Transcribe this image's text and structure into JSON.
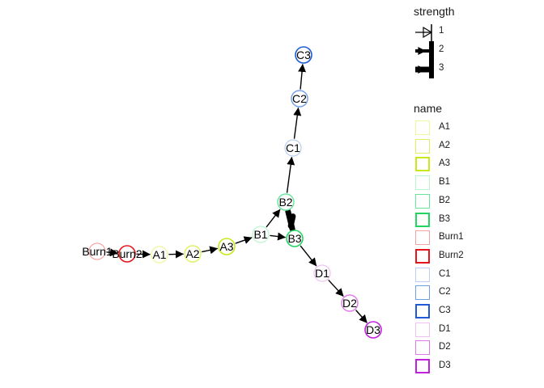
{
  "nodes": [
    {
      "id": "Burn1",
      "color": "#f4a3a3",
      "ring": 1.2
    },
    {
      "id": "Burn2",
      "color": "#e6141b",
      "ring": 1.6
    },
    {
      "id": "A1",
      "color": "#eef79a",
      "ring": 1.2
    },
    {
      "id": "A2",
      "color": "#e0f060",
      "ring": 1.4
    },
    {
      "id": "A3",
      "color": "#c8e81c",
      "ring": 1.6
    },
    {
      "id": "B1",
      "color": "#b7f5cf",
      "ring": 1.2
    },
    {
      "id": "B2",
      "color": "#64e79a",
      "ring": 1.4
    },
    {
      "id": "B3",
      "color": "#21d65e",
      "ring": 1.6
    },
    {
      "id": "C1",
      "color": "#b8cff2",
      "ring": 1.2
    },
    {
      "id": "C2",
      "color": "#6f9fe9",
      "ring": 1.4
    },
    {
      "id": "C3",
      "color": "#1f5bd8",
      "ring": 1.6
    },
    {
      "id": "D1",
      "color": "#f0c0f4",
      "ring": 1.2
    },
    {
      "id": "D2",
      "color": "#df79ec",
      "ring": 1.4
    },
    {
      "id": "D3",
      "color": "#c21fe0",
      "ring": 1.6
    }
  ],
  "edges": [
    {
      "from": "Burn1",
      "to": "Burn2",
      "strength": 1
    },
    {
      "from": "Burn2",
      "to": "A1",
      "strength": 1
    },
    {
      "from": "A1",
      "to": "A2",
      "strength": 1
    },
    {
      "from": "A2",
      "to": "A3",
      "strength": 1
    },
    {
      "from": "A3",
      "to": "B1",
      "strength": 1
    },
    {
      "from": "B1",
      "to": "B2",
      "strength": 1
    },
    {
      "from": "B1",
      "to": "B3",
      "strength": 1
    },
    {
      "from": "B2",
      "to": "B3",
      "strength": 3
    },
    {
      "from": "B2",
      "to": "C1",
      "strength": 1
    },
    {
      "from": "C1",
      "to": "C2",
      "strength": 1
    },
    {
      "from": "C2",
      "to": "C3",
      "strength": 1
    },
    {
      "from": "B3",
      "to": "D1",
      "strength": 1
    },
    {
      "from": "D1",
      "to": "D2",
      "strength": 1
    },
    {
      "from": "D2",
      "to": "D3",
      "strength": 1
    }
  ],
  "legend": {
    "strength_title": "strength",
    "strength_items": [
      "1",
      "2",
      "3"
    ],
    "name_title": "name",
    "name_items": [
      "A1",
      "A2",
      "A3",
      "B1",
      "B2",
      "B3",
      "Burn1",
      "Burn2",
      "C1",
      "C2",
      "C3",
      "D1",
      "D2",
      "D3"
    ]
  }
}
